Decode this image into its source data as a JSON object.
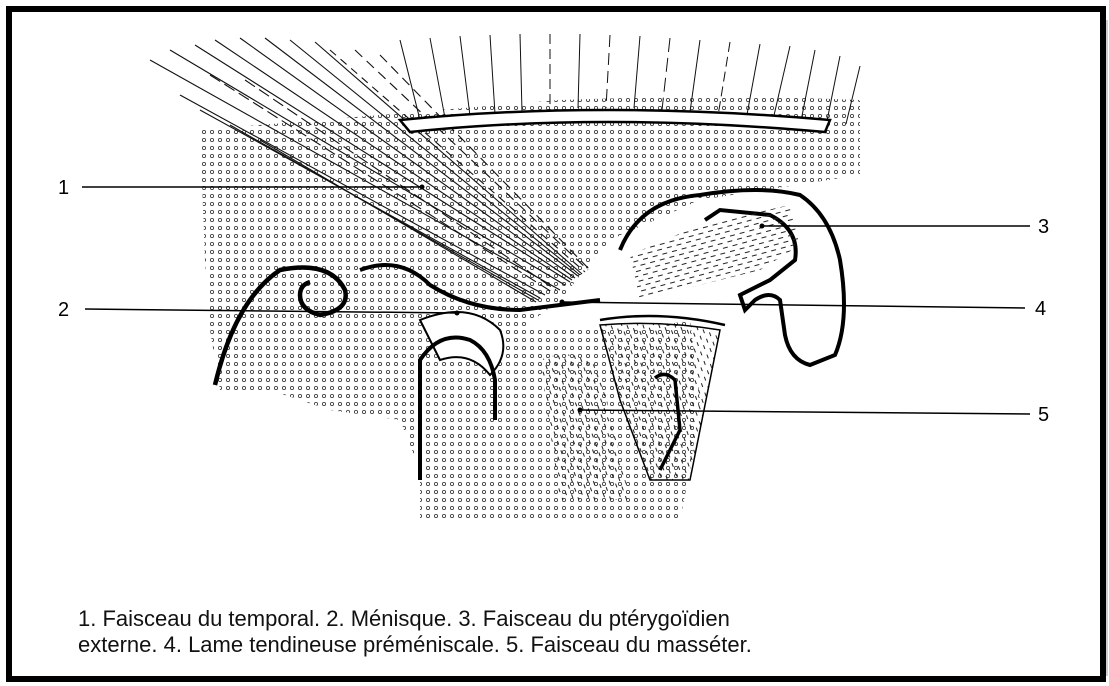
{
  "figure": {
    "labels": [
      "1",
      "2",
      "3",
      "4",
      "5"
    ],
    "caption_line1": "1. Faisceau du temporal. 2. Ménisque. 3. Faisceau du ptérygoïdien",
    "caption_line2": "externe. 4. Lame tendineuse préméniscale. 5. Faisceau du masséter."
  }
}
